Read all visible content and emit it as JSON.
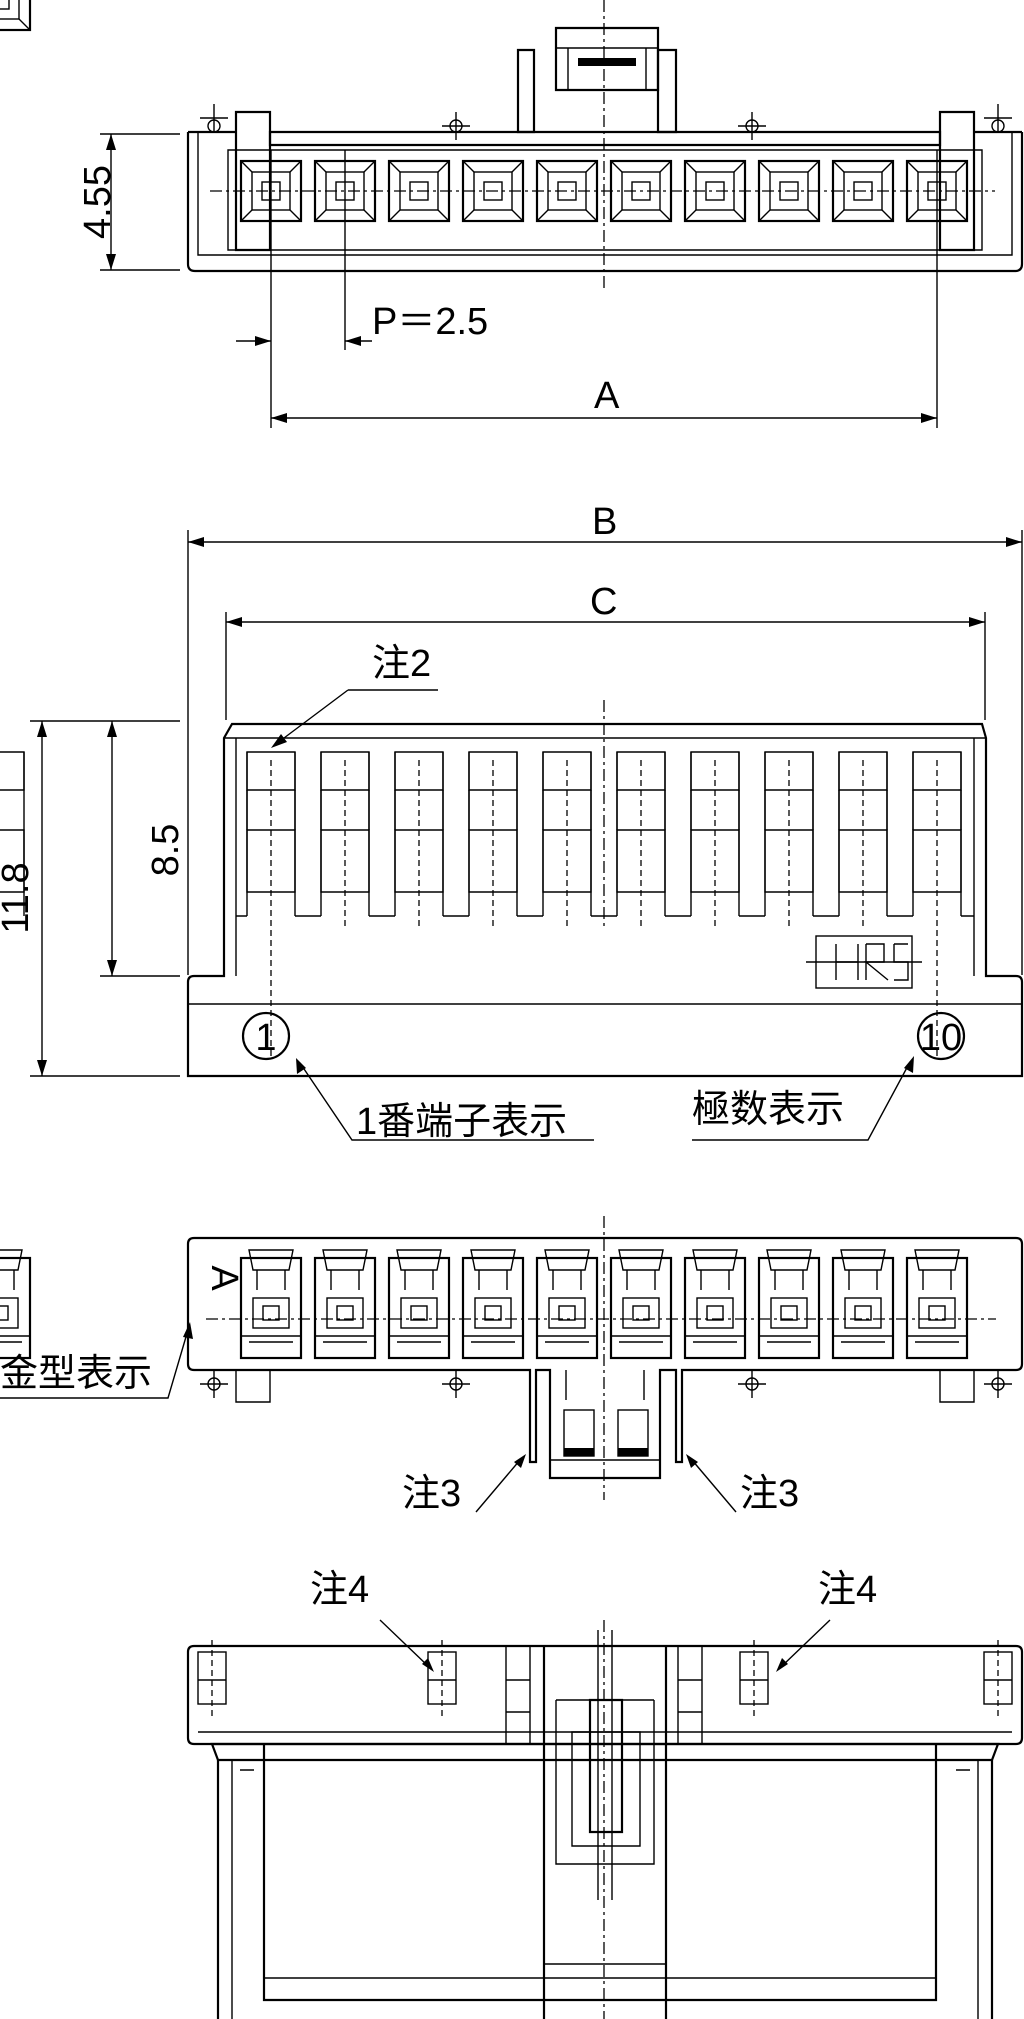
{
  "labels": {
    "height_top": "4.55",
    "pitch": "P＝2.5",
    "dim_a": "A",
    "dim_b": "B",
    "dim_c": "C",
    "height_total": "11.8",
    "height_body": "8.5",
    "note2": "注2",
    "pin1_mark": "1",
    "pin10_mark": "10",
    "pin1_callout": "1番端子表示",
    "pole_callout": "極数表示",
    "mold_letter": "A",
    "mold_callout": "金型表示",
    "note3_left": "注3",
    "note3_right": "注3",
    "note4_left": "注4",
    "note4_right": "注4"
  },
  "icons": [
    "hrs-logo",
    "pin-1-circle",
    "pin-10-circle",
    "leader-arrow",
    "dimension-arrow"
  ]
}
